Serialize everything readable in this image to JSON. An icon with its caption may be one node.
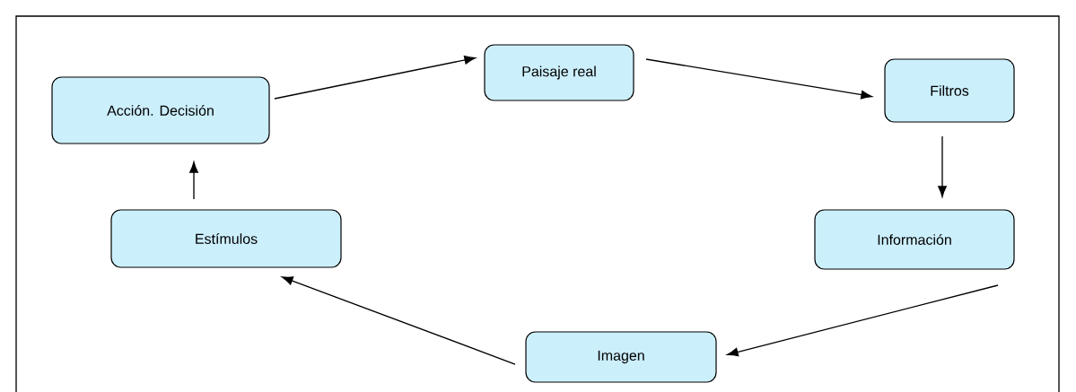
{
  "diagram": {
    "nodes": [
      {
        "text": [
          "Paisaje real"
        ]
      },
      {
        "text": [
          "Filtros"
        ]
      },
      {
        "text": [
          "Información"
        ]
      },
      {
        "text": [
          "Imagen"
        ]
      },
      {
        "text": [
          "Estímulos"
        ]
      },
      {
        "text": [
          "Acción. Decisión"
        ]
      }
    ],
    "edges": [
      {
        "from": 5,
        "to": 0,
        "arrow": "to"
      },
      {
        "from": 0,
        "to": 1,
        "arrow": "to"
      },
      {
        "from": 1,
        "to": 2,
        "arrow": "to"
      },
      {
        "from": 2,
        "to": 3,
        "arrow": "to"
      },
      {
        "from": 3,
        "to": 4,
        "arrow": "to"
      },
      {
        "from": 4,
        "to": 5,
        "arrow": "to"
      }
    ]
  }
}
